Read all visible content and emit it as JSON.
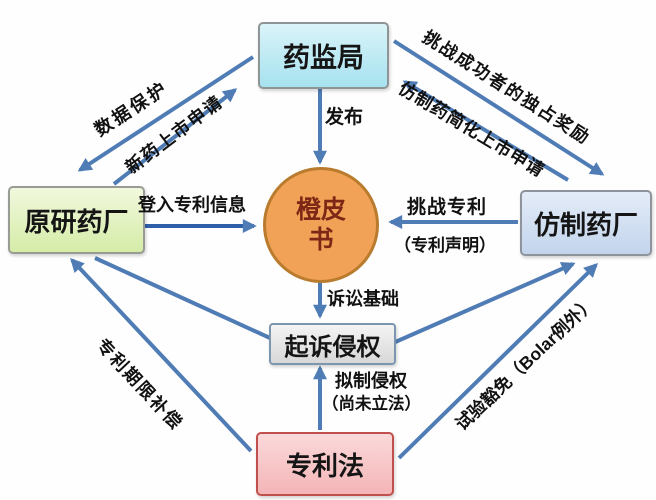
{
  "nodes": {
    "regulator": "药监局",
    "originator": "原研药厂",
    "orange_book": "橙皮书",
    "generic": "仿制药厂",
    "sue": "起诉侵权",
    "patent_law": "专利法"
  },
  "edges": {
    "data_protection": "数据保护",
    "new_drug_application": "新药上市申请",
    "challenge_reward": "挑战成功者的独占奖励",
    "generic_abbreviated_application": "仿制药简化上市申请",
    "publish": "发布",
    "register_patent_info": "登入专利信息",
    "challenge_patent": "挑战专利",
    "patent_declaration": "（专利声明）",
    "litigation_basis": "诉讼基础",
    "deemed_infringement": "拟制侵权",
    "not_yet_legislated": "（尚未立法）",
    "patent_term_compensation": "专利期限补偿",
    "experimental_exemption": "试验豁免（Bolar例外）"
  },
  "colors": {
    "arrow": "#4f7cb4",
    "regulator_fill": "#a6e2ef",
    "originator_fill": "#d5eca7",
    "generic_fill": "#c2d4ec",
    "sue_fill": "#d8d8d8",
    "patent_law_fill": "#f4b5b7",
    "orange_book_fill": "#f1a256",
    "orange_book_border": "#b97b2d",
    "orange_book_text": "#7d2817",
    "patent_law_border": "#c0504d"
  }
}
